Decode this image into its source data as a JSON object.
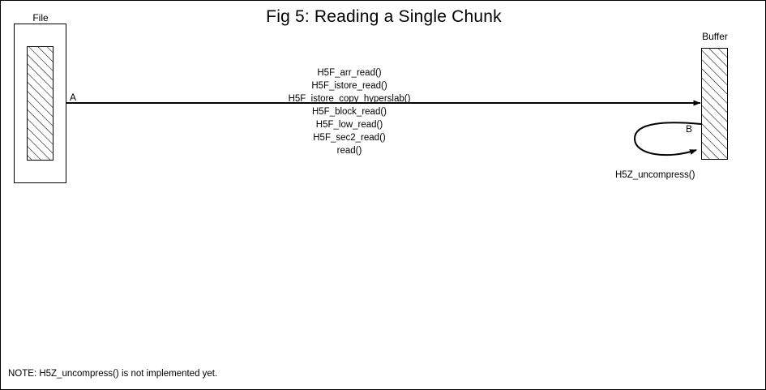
{
  "figure": {
    "title": "Fig 5:  Reading a Single Chunk",
    "footnote": "NOTE: H5Z_uncompress() is not implemented yet."
  },
  "nodes": {
    "file": {
      "label": "File",
      "fill_pattern": "diagonal-hatch"
    },
    "buffer": {
      "label": "Buffer",
      "fill_pattern": "diagonal-hatch"
    }
  },
  "edges": {
    "transfer_arrow": {
      "marker": "A",
      "from": "file",
      "to": "buffer",
      "calls": [
        "H5F_arr_read()",
        "H5F_istore_read()",
        "H5F_istore_copy_hyperslab()",
        "H5F_block_read()",
        "H5F_low_read()",
        "H5F_sec2_read()",
        "read()"
      ]
    },
    "self_loop": {
      "marker": "B",
      "from": "buffer",
      "to": "buffer",
      "label": "H5Z_uncompress()"
    }
  },
  "colors": {
    "stroke": "#000000",
    "background": "#ffffff"
  }
}
